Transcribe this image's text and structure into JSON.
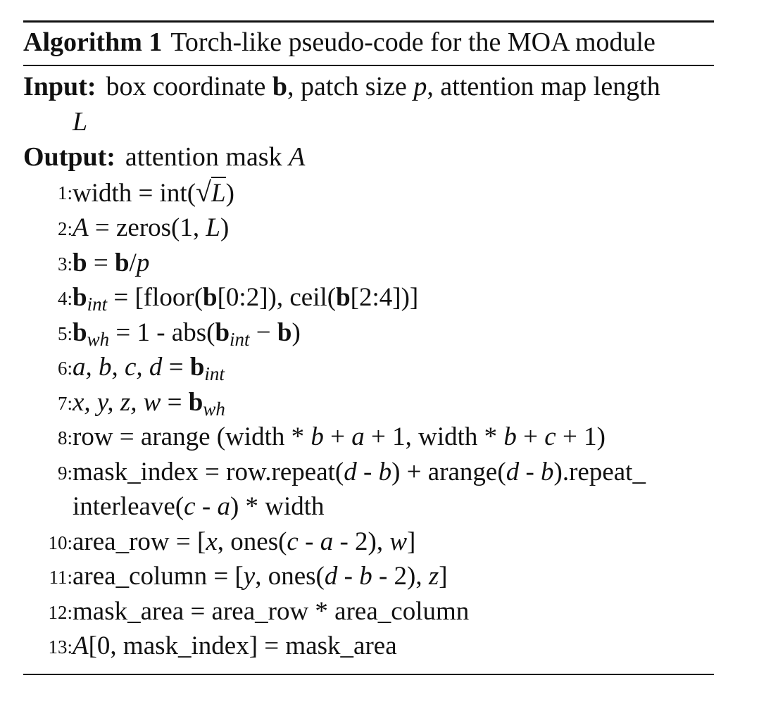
{
  "caption": {
    "label": "Algorithm 1",
    "text": "Torch-like pseudo-code for the MOA module"
  },
  "input": {
    "label": "Input:",
    "text_line1": "box coordinate b, patch size p, attention map length",
    "text_line2": "L"
  },
  "output": {
    "label": "Output:",
    "text": "attention mask A"
  },
  "lines": [
    {
      "num": "1:",
      "text": "width = int(√L)"
    },
    {
      "num": "2:",
      "text": "A = zeros(1, L)"
    },
    {
      "num": "3:",
      "text": "b = b/p"
    },
    {
      "num": "4:",
      "text": "b_int = [floor(b[0:2]), ceil(b[2:4])]"
    },
    {
      "num": "5:",
      "text": "b_wh = 1 - abs(b_int − b)"
    },
    {
      "num": "6:",
      "text": "a, b, c, d = b_int"
    },
    {
      "num": "7:",
      "text": "x, y, z, w = b_wh"
    },
    {
      "num": "8:",
      "text": "row = arange (width * b + a + 1, width * b + c + 1)"
    },
    {
      "num": "9:",
      "text": "mask_index = row.repeat(d - b) + arange(d - b).repeat_interleave(c - a) * width"
    },
    {
      "num": "10:",
      "text": "area_row = [x, ones(c - a - 2), w]"
    },
    {
      "num": "11:",
      "text": "area_column = [y, ones(d - b - 2), z]"
    },
    {
      "num": "12:",
      "text": "mask_area = area_row * area_column"
    },
    {
      "num": "13:",
      "text": "A[0, mask_index] = mask_area"
    }
  ]
}
